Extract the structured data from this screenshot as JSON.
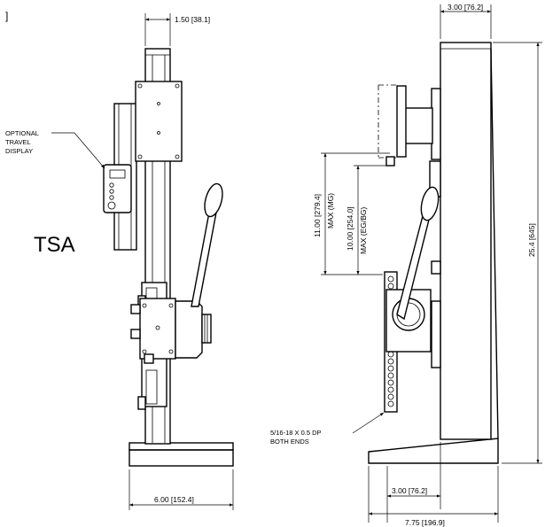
{
  "model_label": "TSA",
  "callouts": {
    "optional_travel_display": [
      "OPTIONAL",
      "TRAVEL",
      "DISPLAY"
    ],
    "thread_note": [
      "5/16-18 X 0.5 DP",
      "BOTH ENDS"
    ]
  },
  "dimensions": {
    "column_offset": "1.50 [38.1]",
    "base_width_front": "6.00 [152.4]",
    "column_depth": "3.00 [76.2]",
    "base_depth_inner": "3.00 [76.2]",
    "base_depth_total": "7.75 [196.9]",
    "overall_height": "25.4 [645]",
    "max_travel_mg": [
      "11.00 [279.4]",
      "MAX (MG)"
    ],
    "max_travel_eg_bg": [
      "10.00 [254.0]",
      "MAX (EG/BG)"
    ]
  },
  "corner_mark": "]"
}
